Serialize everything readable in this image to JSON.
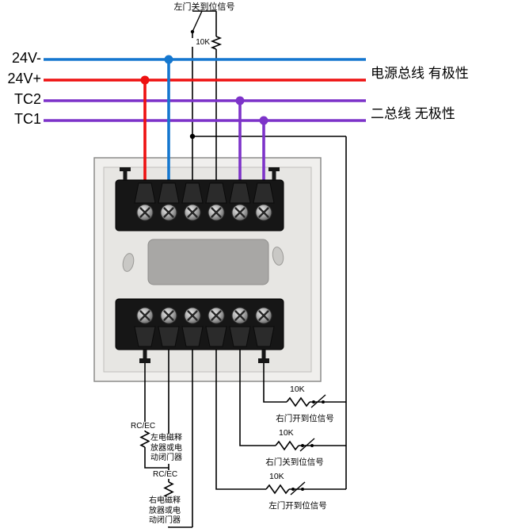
{
  "colors": {
    "wire_blue": "#1577cf",
    "wire_red": "#ee1111",
    "wire_purple": "#7d33c9",
    "wire_black": "#000000",
    "module_body": "#f0efed",
    "terminal_block": "#161616"
  },
  "bus": {
    "lines": [
      {
        "label": "24V-",
        "color": "#1577cf"
      },
      {
        "label": "24V+",
        "color": "#ee1111"
      },
      {
        "label": "TC2",
        "color": "#7d33c9"
      },
      {
        "label": "TC1",
        "color": "#7d33c9"
      }
    ],
    "annotations": {
      "power": "电源总线 有极性",
      "signal": "二总线 无极性"
    }
  },
  "top_branch": {
    "resistor": "10K",
    "label": "左门关到位信号"
  },
  "feedback_branches": [
    {
      "resistor": "10K",
      "label": "右门开到位信号"
    },
    {
      "resistor": "10K",
      "label": "右门关到位信号"
    },
    {
      "resistor": "10K",
      "label": "左门开到位信号"
    }
  ],
  "device_loops": [
    {
      "tag": "RC/EC",
      "name_lines": [
        "左电磁释",
        "放器或电",
        "动闭门器"
      ]
    },
    {
      "tag": "RC/EC",
      "name_lines": [
        "右电磁释",
        "放器或电",
        "动闭门器"
      ]
    }
  ]
}
